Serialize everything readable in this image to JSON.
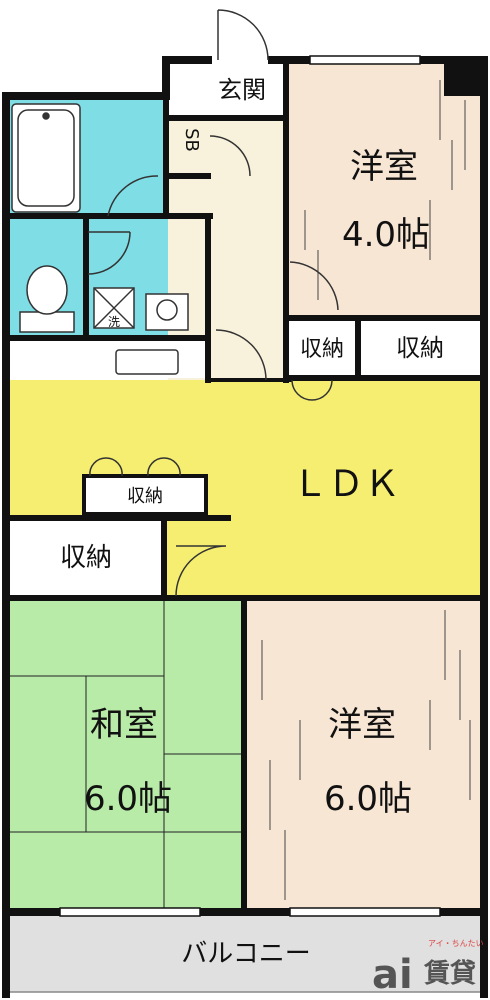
{
  "floorplan": {
    "rooms": {
      "entrance": {
        "label": "玄関"
      },
      "shoe_box": {
        "label": "SB"
      },
      "western_room_north": {
        "label": "洋室",
        "size": "4.0帖"
      },
      "storage_north_small": {
        "label": "収納"
      },
      "storage_north_large": {
        "label": "収納"
      },
      "ldk": {
        "label": "ＬＤＫ"
      },
      "storage_ldk": {
        "label": "収納"
      },
      "storage_west": {
        "label": "収納"
      },
      "japanese_room": {
        "label": "和室",
        "size": "6.0帖"
      },
      "western_room_south": {
        "label": "洋室",
        "size": "6.0帖"
      },
      "balcony": {
        "label": "バルコニー"
      },
      "washroom_mark": {
        "label": "洗"
      }
    },
    "colors": {
      "wall": "#111111",
      "wet_area": "#7fdde6",
      "ldk": "#f5ee70",
      "japanese_room": "#b8eaa8",
      "western_room": "#f8e6d4",
      "hall": "#f8f2dc",
      "storage": "#ffffff",
      "balcony": "#e0e0e0"
    }
  },
  "brand": {
    "logo_main": "ai",
    "logo_sub": "賃貸",
    "tagline": "アイ・ちんたい"
  }
}
